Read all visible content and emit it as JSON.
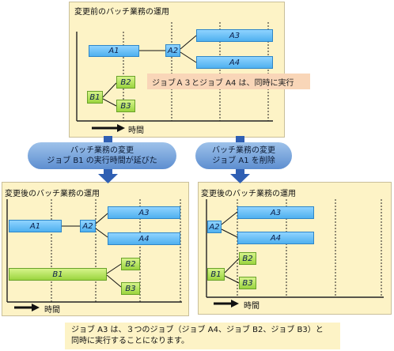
{
  "top": {
    "title": "変更前のバッチ業務の運用",
    "jobs": {
      "a1": "A1",
      "a2": "A2",
      "a3": "A3",
      "a4": "A4",
      "b1": "B1",
      "b2": "B2",
      "b3": "B3"
    },
    "note": "ジョブＡ３とジョブ A4 は、同時に実行",
    "time_label": "時間"
  },
  "callout_left": {
    "line1": "バッチ業務の変更",
    "line2": "ジョブ B1 の実行時間が延びた"
  },
  "callout_right": {
    "line1": "バッチ業務の変更",
    "line2": "ジョブ A1 を削除"
  },
  "left": {
    "title": "変更後のバッチ業務の運用",
    "jobs": {
      "a1": "A1",
      "a2": "A2",
      "a3": "A3",
      "a4": "A4",
      "b1": "B1",
      "b2": "B2",
      "b3": "B3"
    },
    "time_label": "時間"
  },
  "right": {
    "title": "変更後のバッチ業務の運用",
    "jobs": {
      "a2": "A2",
      "a3": "A3",
      "a4": "A4",
      "b1": "B1",
      "b2": "B2",
      "b3": "B3"
    },
    "time_label": "時間"
  },
  "bottom_note": {
    "line1": "ジョブ A3 は、３つのジョブ（ジョブ A4、ジョブ B2、ジョブ B3）と",
    "line2": "同時に実行することになります。"
  },
  "colors": {
    "panel": "#fdf3c6",
    "job_blue": "#5ab8f2",
    "job_green": "#a5d84a",
    "callout": "#6f9ad6",
    "note": "#f9d6b8"
  }
}
